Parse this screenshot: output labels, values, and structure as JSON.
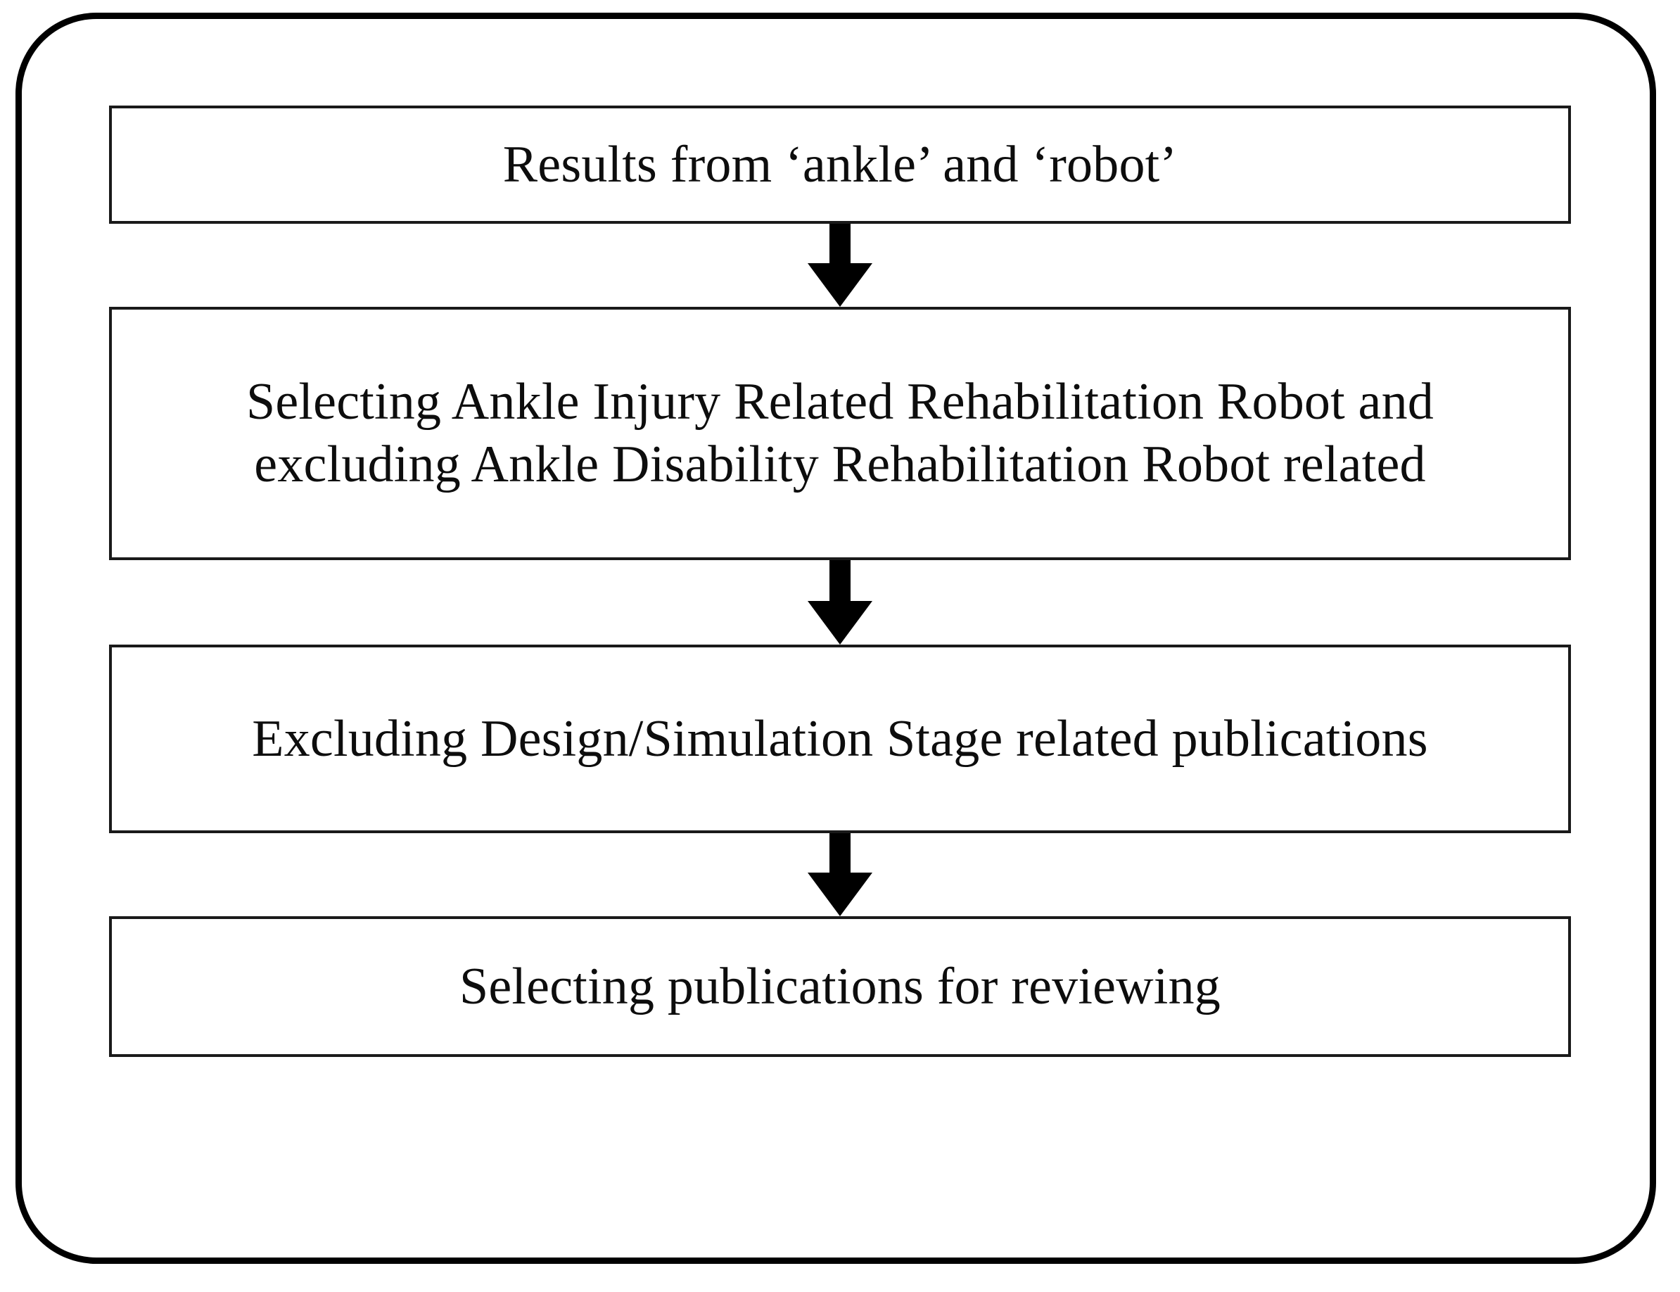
{
  "figure": {
    "type": "flowchart",
    "orientation": "vertical",
    "title": "Publication selection process flowchart",
    "colors": {
      "outline": "#000000",
      "box_border": "#1a1a1a",
      "text": "#0d0d0d",
      "background": "#ffffff",
      "arrow": "#000000"
    },
    "steps": [
      {
        "id": "step-1",
        "order": 1,
        "text": "Results from ‘ankle’ and ‘robot’",
        "lines": [
          "Results from ‘ankle’ and ‘robot’"
        ]
      },
      {
        "id": "step-2",
        "order": 2,
        "text": "Selecting Ankle Injury Related Rehabilitation Robot and excluding Ankle Disability Rehabilitation Robot related",
        "lines": [
          "Selecting Ankle Injury Related Rehabilitation",
          "Robot and excluding Ankle Disability",
          "Rehabilitation Robot related"
        ]
      },
      {
        "id": "step-3",
        "order": 3,
        "text": "Excluding Design/Simulation Stage related publications",
        "lines": [
          "Excluding Design/Simulation Stage related",
          "publications"
        ]
      },
      {
        "id": "step-4",
        "order": 4,
        "text": "Selecting publications for reviewing",
        "lines": [
          "Selecting publications for reviewing"
        ]
      }
    ],
    "connectors": [
      {
        "id": "arrow-1",
        "from": "step-1",
        "to": "step-2",
        "glyph": "down-arrow"
      },
      {
        "id": "arrow-2",
        "from": "step-2",
        "to": "step-3",
        "glyph": "down-arrow"
      },
      {
        "id": "arrow-3",
        "from": "step-3",
        "to": "step-4",
        "glyph": "down-arrow"
      }
    ]
  }
}
